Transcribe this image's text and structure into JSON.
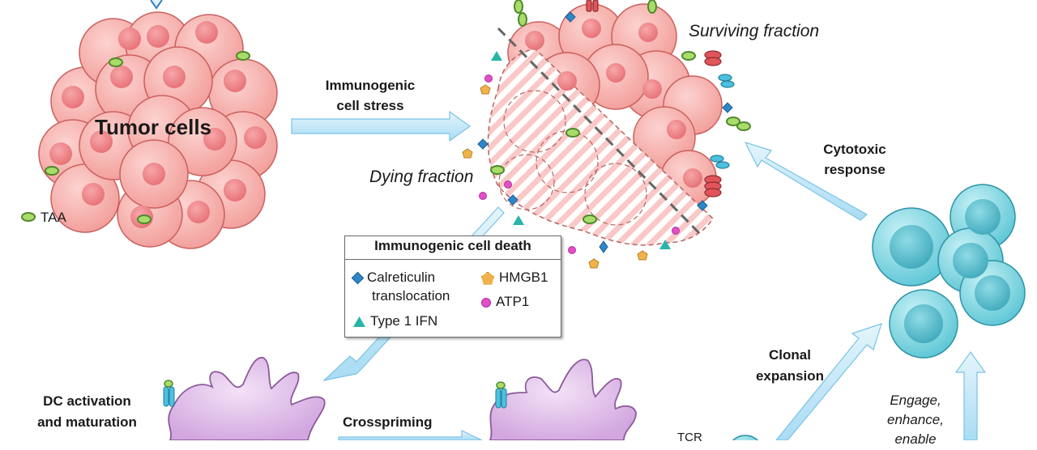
{
  "labels": {
    "tumor_cells": "Tumor cells",
    "taa": "TAA",
    "immunogenic_stress_1": "Immunogenic",
    "immunogenic_stress_2": "cell stress",
    "surviving_fraction": "Surviving fraction",
    "dying_fraction": "Dying fraction",
    "cytotoxic_1": "Cytotoxic",
    "cytotoxic_2": "response",
    "clonal_1": "Clonal",
    "clonal_2": "expansion",
    "dc_1": "DC activation",
    "dc_2": "and maturation",
    "crosspriming": "Crosspriming",
    "tcr": "TCR",
    "engage_1": "Engage,",
    "engage_2": "enhance,",
    "engage_3": "enable"
  },
  "legend": {
    "title": "Immunogenic cell death",
    "calreticulin_1": "Calreticulin",
    "calreticulin_2": "translocation",
    "hmgb1": "HMGB1",
    "atp1": "ATP1",
    "ifn": "Type 1 IFN"
  },
  "colors": {
    "tumor_cell": "#f4a6a2",
    "tumor_nucleus": "#ee7f82",
    "t_cell": "#7fd3de",
    "dc_cell": "#dcb6e6",
    "arrow": "#bfe6f7",
    "calreticulin": "#2f86c8",
    "hmgb1": "#f0b24a",
    "atp1": "#e34ec9",
    "type1_ifn": "#27b5a8",
    "taa": "#a9dc6a"
  }
}
